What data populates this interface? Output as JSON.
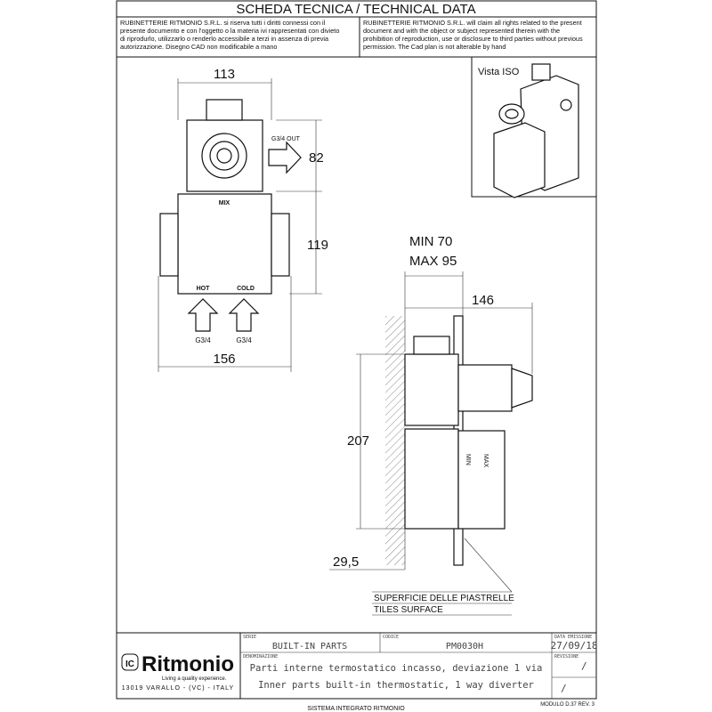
{
  "header": {
    "title": "SCHEDA TECNICA / TECHNICAL DATA",
    "notice_it": [
      "RUBINETTERIE RITMONIO S.R.L. si riserva tutti i diritti connessi con il",
      "presente documento e con l'oggetto o la materia ivi rappresentati con divieto",
      "di riprodurlo, utilizzarlo o renderlo accessibile a terzi in assenza di previa",
      "autorizzazione. Disegno CAD non modificabile a mano"
    ],
    "notice_en": [
      "RUBINETTERIE RITMONIO S.R.L. will claim all rights related to the present",
      "document and with the object or subject represented therein with the",
      "prohibition  of reproduction, use or disclosure to third parties without previous",
      "permission.  The Cad plan is not alterable by hand"
    ]
  },
  "drawing": {
    "iso_label": "Vista ISO",
    "front": {
      "width_top": "113",
      "height_top": "82",
      "height_bottom": "119",
      "width_bottom": "156",
      "out_label": "G3/4 OUT",
      "mix": "MIX",
      "hot": "HOT",
      "cold": "COLD",
      "inlet_left": "G3/4",
      "inlet_right": "G3/4"
    },
    "side": {
      "depth_min": "MIN 70",
      "depth_max": "MAX 95",
      "depth_total": "146",
      "height": "207",
      "offset": "29,5",
      "min_mark": "MIN",
      "max_mark": "MAX",
      "surface_it": "SUPERFICIE DELLE PIASTRELLE",
      "surface_en": "TILES SURFACE"
    }
  },
  "title_block": {
    "brand": "Ritmonio",
    "tagline": "Living a quality experience.",
    "address": "13019 VARALLO - (VC) - ITALY",
    "serie_label": "SERIE",
    "serie": "BUILT-IN PARTS",
    "codice_label": "CODICE",
    "codice": "PM0030H",
    "data_label": "DATA EMISSIONE",
    "data": "27/09/18",
    "denominazione_label": "DENOMINAZIONE",
    "desc_it": "Parti interne termostatico incasso, deviazione 1 via",
    "desc_en": "Inner parts built-in thermostatic, 1 way diverter",
    "revisione_label": "REVISIONE",
    "revisione": "/",
    "revisione2": "/"
  },
  "footer": {
    "system": "SISTEMA INTEGRATO RITMONIO",
    "module": "MODULO D.37 REV. 3"
  }
}
